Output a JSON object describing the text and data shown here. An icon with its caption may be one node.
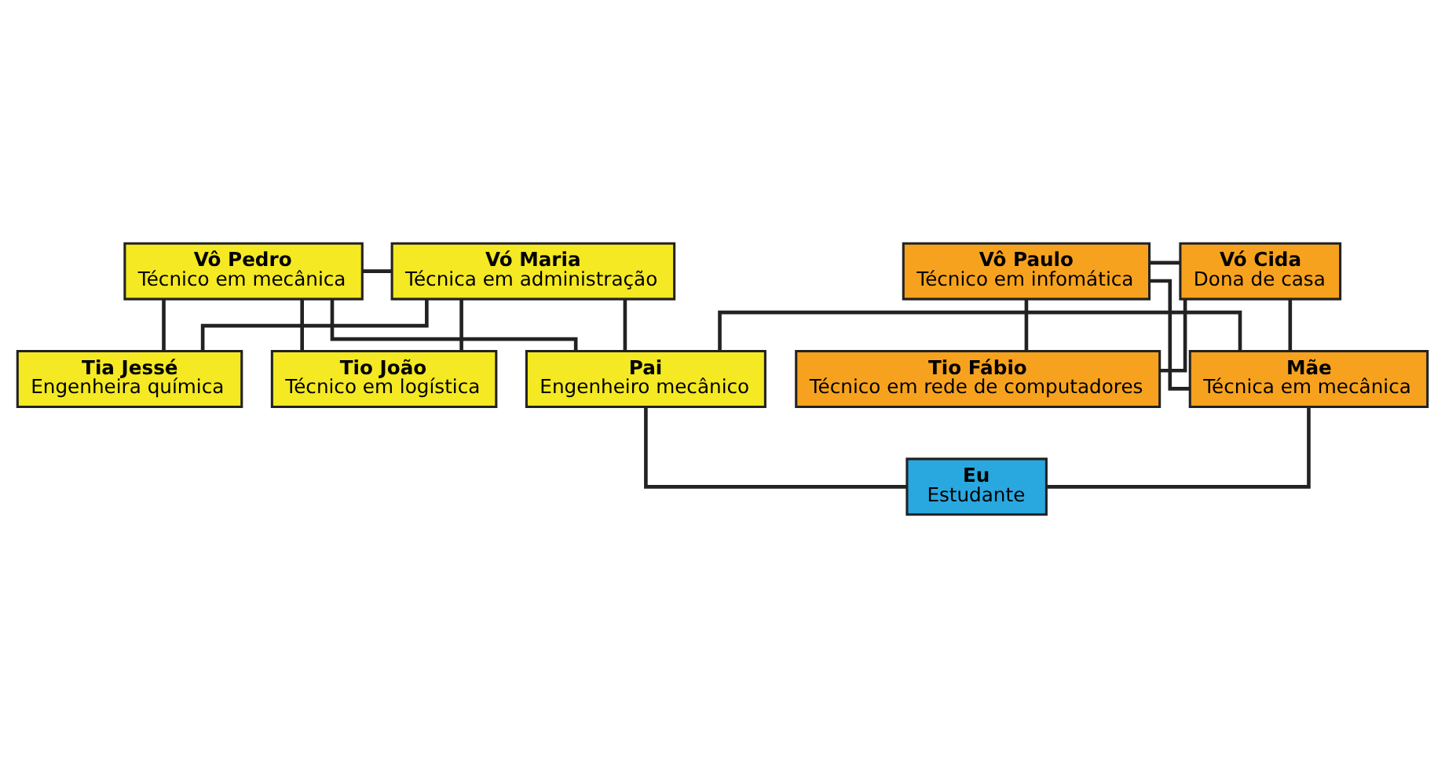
{
  "diagram": {
    "nodes": [
      {
        "text": [
          "Vô Pedro",
          "Técnico em mecânica"
        ]
      },
      {
        "text": [
          "Vó Maria",
          "Técnica em administração"
        ]
      },
      {
        "text": [
          "Vô Paulo",
          "Técnico em infomática"
        ]
      },
      {
        "text": [
          "Vó Cida",
          "Dona de casa"
        ]
      },
      {
        "text": [
          "Tia Jessé",
          "Engenheira química"
        ]
      },
      {
        "text": [
          "Tio João",
          "Técnico em logística"
        ]
      },
      {
        "text": [
          "Pai",
          "Engenheiro mecânico"
        ]
      },
      {
        "text": [
          "Mãe",
          "Técnica em mecânica"
        ]
      },
      {
        "text": [
          "Tio Fábio",
          "Técnico em rede de computadores"
        ]
      },
      {
        "text": [
          "Eu",
          "Estudante"
        ]
      }
    ],
    "edges": [
      {
        "from": 0,
        "to": 1,
        "arrow": "none"
      },
      {
        "from": 0,
        "to": 4,
        "arrow": "none"
      },
      {
        "from": 0,
        "to": 5,
        "arrow": "none"
      },
      {
        "from": 0,
        "to": 6,
        "arrow": "none"
      },
      {
        "from": 1,
        "to": 4,
        "arrow": "none"
      },
      {
        "from": 1,
        "to": 5,
        "arrow": "none"
      },
      {
        "from": 1,
        "to": 6,
        "arrow": "none"
      },
      {
        "from": 2,
        "to": 3,
        "arrow": "none"
      },
      {
        "from": 2,
        "to": 7,
        "arrow": "none"
      },
      {
        "from": 2,
        "to": 8,
        "arrow": "none"
      },
      {
        "from": 3,
        "to": 7,
        "arrow": "none"
      },
      {
        "from": 3,
        "to": 8,
        "arrow": "none"
      },
      {
        "from": 6,
        "to": 7,
        "arrow": "none"
      },
      {
        "from": 6,
        "to": 9,
        "arrow": "none"
      },
      {
        "from": 7,
        "to": 9,
        "arrow": "none"
      }
    ]
  }
}
